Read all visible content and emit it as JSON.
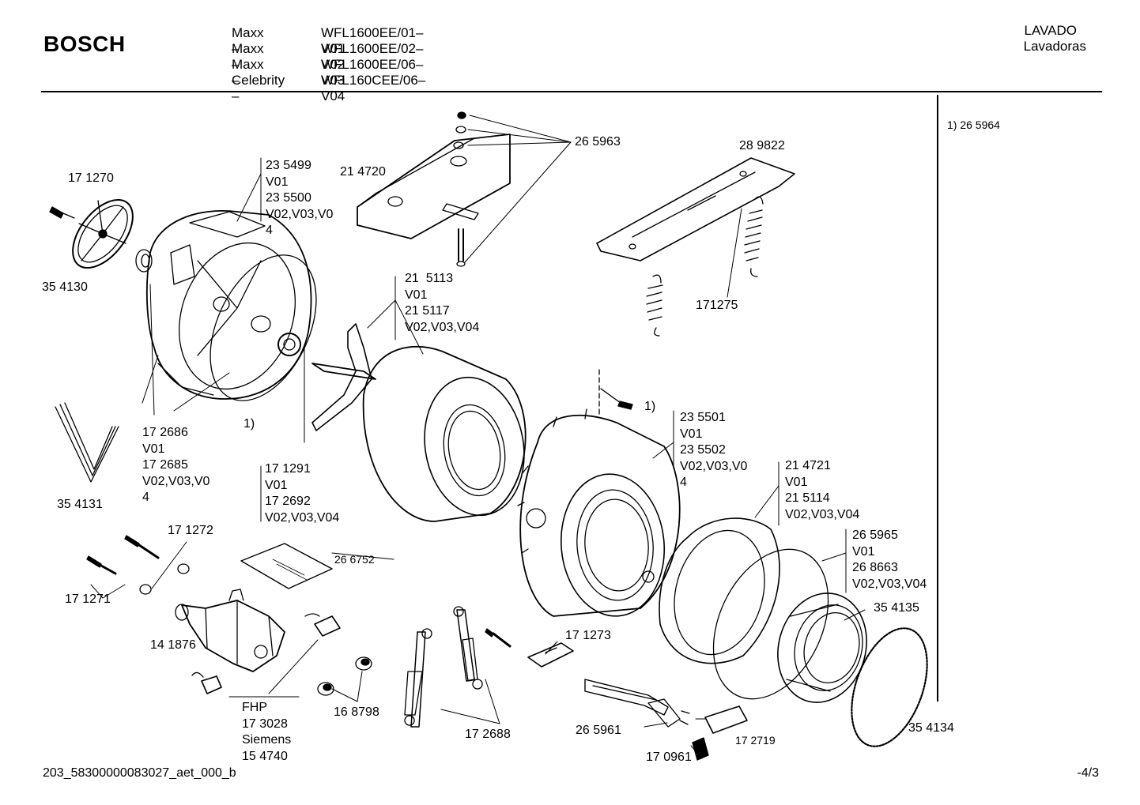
{
  "header": {
    "brand": "BOSCH",
    "models": [
      {
        "series": "Maxx  –",
        "code": "WFL1600EE/01–V01"
      },
      {
        "series": "Maxx  –",
        "code": "WFL1600EE/02–V02"
      },
      {
        "series": "Maxx  –",
        "code": "WFL1600EE/06–V03"
      },
      {
        "series": "Celebrity –",
        "code": "WFL160CEE/06–V04"
      }
    ],
    "category": "LAVADO",
    "category_sub": "Lavadoras"
  },
  "footnote": "1) 26 5964",
  "parts": {
    "p171270": "17 1270",
    "p354130": "35 4130",
    "p235499": "23 5499\nV01\n23 5500\nV02,V03,V0\n4",
    "p214720": "21 4720",
    "p265963": "26 5963",
    "p289822": "28 9822",
    "p171275": "171275",
    "p215113": "21  5113\nV01\n21 5117\nV02,V03,V04",
    "marker_1a": "1)",
    "marker_1b": "1)",
    "p172686": "17 2686\nV01\n17 2685\nV02,V03,V0\n4",
    "p354131": "35 4131",
    "p171291": "17 1291\nV01\n17 2692\nV02,V03,V04",
    "p235501": "23 5501\nV01\n23 5502\nV02,V03,V0\n4",
    "p214721": "21 4721\nV01\n21 5114\nV02,V03,V04",
    "p171272": "17 1272",
    "p266752": "26 6752",
    "p265965": "26 5965\nV01\n26 8663\nV02,V03,V04",
    "p354135": "35 4135",
    "p171271": "17 1271",
    "p141876": "14 1876",
    "p171273": "17 1273",
    "pFHP": "FHP\n17 3028\nSiemens\n15 4740",
    "p168798": "16 8798",
    "p172688": "17 2688",
    "p265961": "26 5961",
    "p172719": "17 2719",
    "p170961": "17 0961",
    "p354134": "35 4134"
  },
  "footer": {
    "code": "203_58300000083027_aet_000_b",
    "page": "-4/3"
  }
}
